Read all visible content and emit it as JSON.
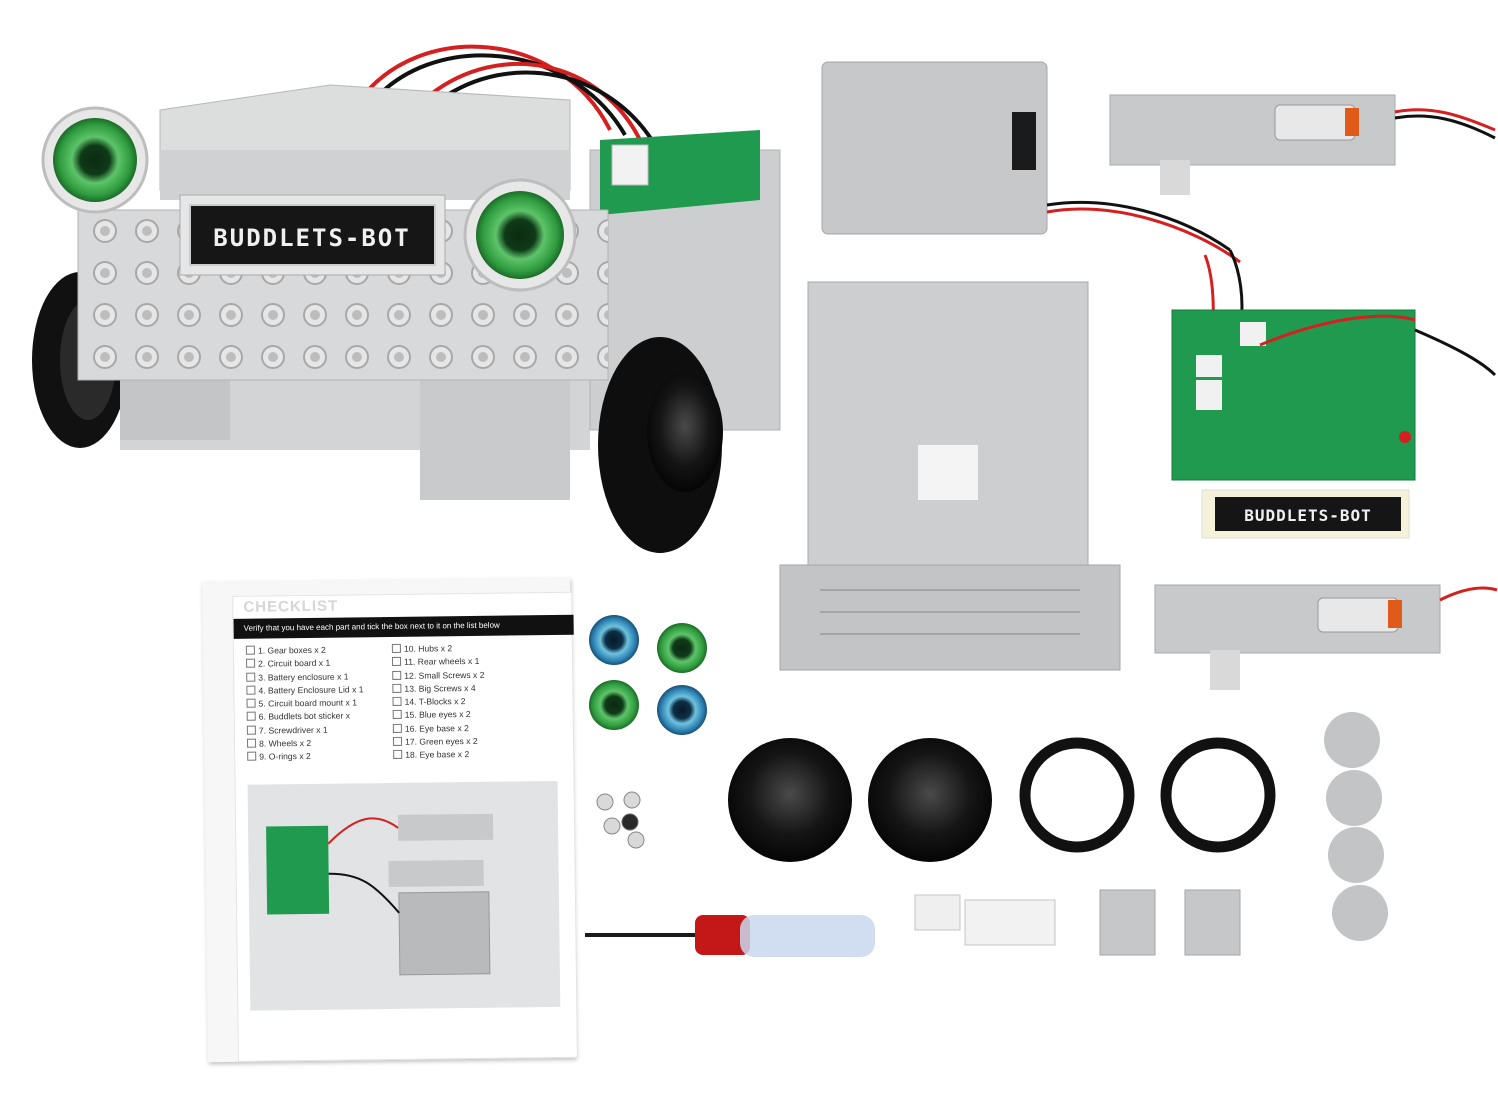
{
  "image": {
    "description_free": true,
    "robot_label": "BUDDLETS-BOT",
    "sticker_label": "BUDDLETS-BOT"
  },
  "checklist": {
    "title": "CHECKLIST",
    "instruction": "Verify that you have each part and tick the box next to it on the list below",
    "left_items": [
      "1. Gear boxes x 2",
      "2. Circuit board x 1",
      "3. Battery enclosure x 1",
      "4. Battery Enclosure Lid x 1",
      "5. Circuit board mount x 1",
      "6. Buddlets bot sticker x",
      "7. Screwdriver x 1",
      "8. Wheels x 2",
      "9. O-rings x 2"
    ],
    "right_items": [
      "10. Hubs x 2",
      "11. Rear wheels x 1",
      "12. Small Screws x 2",
      "13. Big Screws x 4",
      "14. T-Blocks x 2",
      "15. Blue eyes x 2",
      "16. Eye base x 2",
      "17. Green eyes x 2",
      "18. Eye base x 2"
    ]
  },
  "colors": {
    "plastic_grey": "#cfd0d1",
    "pcb_green": "#1f9a4f",
    "rubber_black": "#111111",
    "wire_red": "#d42020",
    "eye_green": "#3fae48",
    "eye_blue": "#2e88b8"
  }
}
